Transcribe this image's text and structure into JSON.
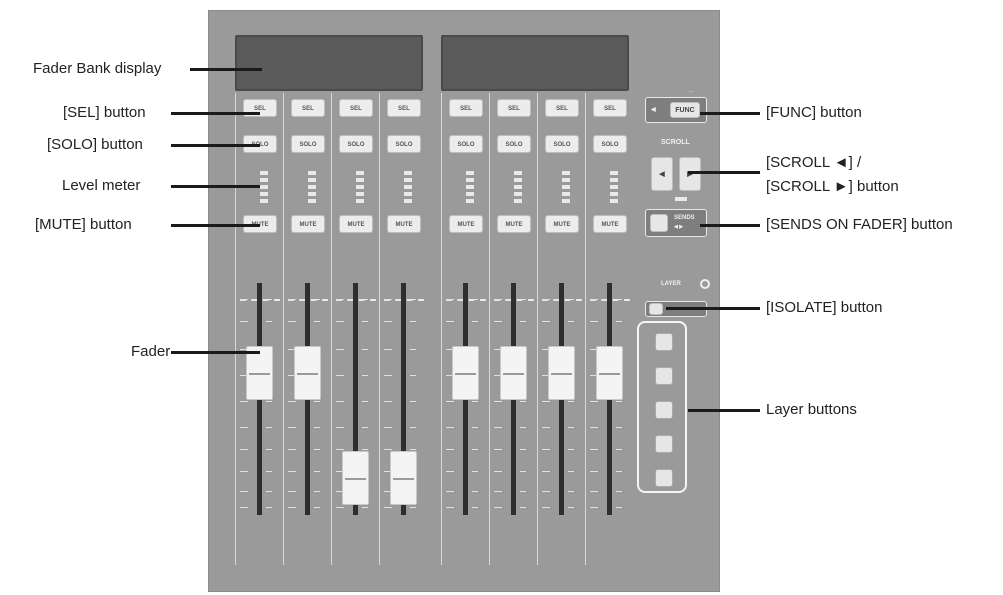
{
  "labels": {
    "fader_bank_display": "Fader Bank display",
    "sel_button": "[SEL] button",
    "solo_button": "[SOLO] button",
    "level_meter": "Level meter",
    "mute_button": "[MUTE] button",
    "fader": "Fader",
    "func_button": "[FUNC] button",
    "scroll_button_line1": "[SCROLL ◄] /",
    "scroll_button_line2": "[SCROLL ►] button",
    "sends_on_fader_button": "[SENDS ON FADER] button",
    "isolate_button": "[ISOLATE] button",
    "layer_buttons": "Layer buttons"
  },
  "panel": {
    "sel_label": "SEL",
    "solo_label": "SOLO",
    "mute_label": "MUTE",
    "func_label": "FUNC",
    "scroll_label": "SCROLL",
    "sends_label": "SENDS",
    "layer_label": "LAYER",
    "fader_levels": [
      0.62,
      0.62,
      0.12,
      0.12,
      0.62,
      0.62,
      0.62,
      0.62
    ]
  },
  "colors": {
    "panel": "#9a9a9a",
    "display": "#5a5a5a",
    "button": "#ececec",
    "callout_line": "#1a1a1a",
    "label_text": "#222222"
  }
}
